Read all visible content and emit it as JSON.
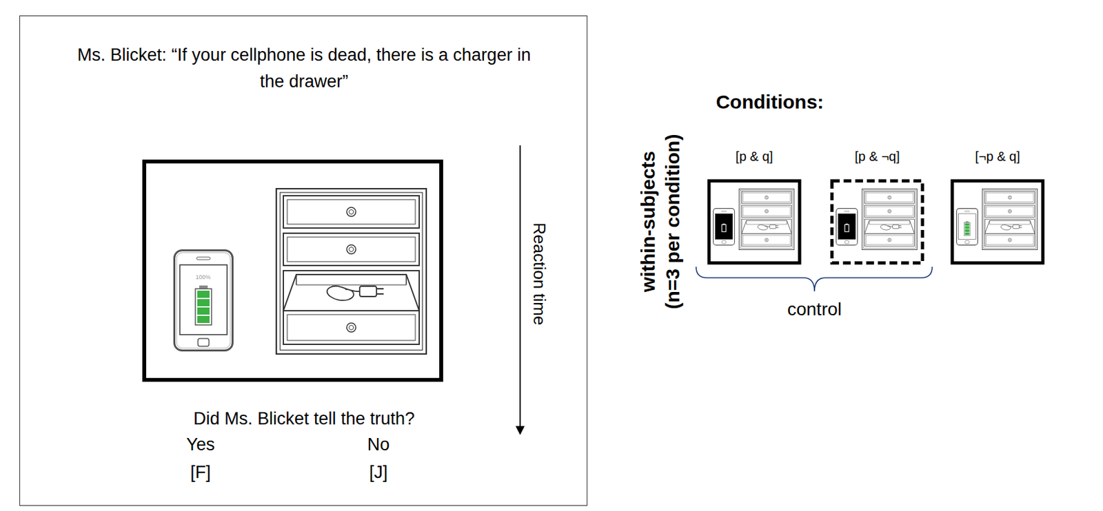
{
  "diagram": {
    "nodes": [
      {
        "text": [
          "Ms. Blicket: “If your cellphone is dead, there is a charger in the drawer”",
          "Did Ms. Blicket tell the truth?"
        ]
      }
    ],
    "labels": [
      "100%",
      "Reaction time",
      "Yes",
      "No",
      "[F]",
      "[J]",
      "Conditions:",
      "within-subjects (n=3 per condition)",
      "[p & q]",
      "[p & ¬q]",
      "[¬p & q]",
      "control"
    ]
  }
}
